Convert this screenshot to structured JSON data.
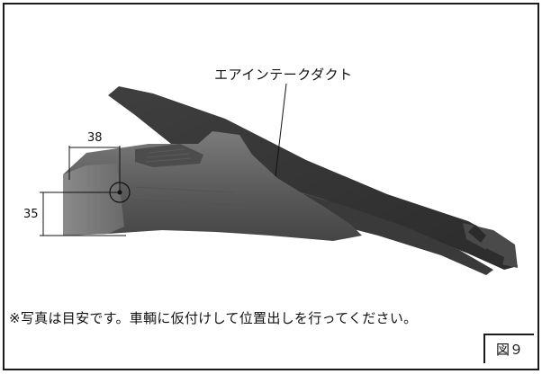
{
  "figure": {
    "callout_label": "エアインテークダクト",
    "dimension_horizontal": "38",
    "dimension_vertical": "35",
    "caption": "※写真は目安です。車輌に仮付けして位置出しを行ってください。",
    "figure_number": "図９"
  }
}
